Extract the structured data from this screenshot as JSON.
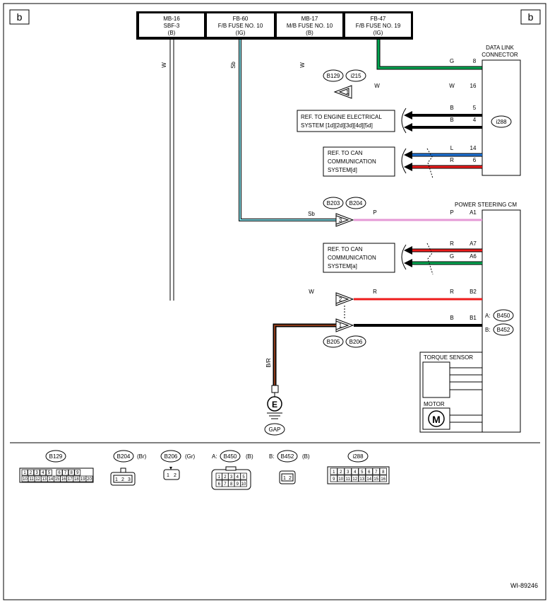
{
  "page_tag": "b",
  "footer_id": "WI-89246",
  "fuses": [
    {
      "line1": "MB-16",
      "line2": "SBF-3",
      "line3": "(B)"
    },
    {
      "line1": "FB-60",
      "line2": "F/B FUSE NO. 10",
      "line3": "(IG)"
    },
    {
      "line1": "MB-17",
      "line2": "M/B FUSE NO. 10",
      "line3": "(B)"
    },
    {
      "line1": "FB-47",
      "line2": "F/B FUSE NO. 19",
      "line3": "(IG)"
    }
  ],
  "wire_colors": {
    "W": "W",
    "Sb": "Sb",
    "G": "G",
    "B": "B",
    "L": "L",
    "R": "R",
    "P": "P",
    "BR": "B/R"
  },
  "dlc": {
    "title1": "DATA LINK",
    "title2": "CONNECTOR",
    "connector": "i288",
    "pins": [
      "8",
      "16",
      "5",
      "4",
      "14",
      "6"
    ]
  },
  "b129_i215": {
    "c1": "B129",
    "c2": "i215",
    "pin": "1"
  },
  "refs": {
    "engine1": "REF. TO ENGINE ELECTRICAL",
    "engine2": "SYSTEM [1d][2d][3d][4d][5d]",
    "can_d1": "REF. TO CAN",
    "can_d2": "COMMUNICATION",
    "can_d3": "SYSTEM[d]",
    "can_a1": "REF. TO CAN",
    "can_a2": "COMMUNICATION",
    "can_a3": "SYSTEM[a]"
  },
  "pscm": {
    "title": "POWER STEERING CM",
    "pins": [
      "A1",
      "A7",
      "A6",
      "B2",
      "B1"
    ],
    "conn_a_prefix": "A:",
    "conn_a": "B450",
    "conn_b_prefix": "B:",
    "conn_b": "B452",
    "torque": "TORQUE SENSOR",
    "motor": "MOTOR",
    "motor_symbol": "M"
  },
  "joint_connectors": {
    "top1": "B203",
    "top2": "B204",
    "bot1": "B205",
    "bot2": "B206",
    "pin3": "3",
    "pin2": "2",
    "pin1": "1"
  },
  "ground": {
    "symbol": "E",
    "label": "GAP"
  },
  "legend": [
    {
      "prefix": "",
      "name": "B129",
      "color": ""
    },
    {
      "prefix": "",
      "name": "B204",
      "color": "(Br)"
    },
    {
      "prefix": "",
      "name": "B206",
      "color": "(Gr)"
    },
    {
      "prefix": "A:",
      "name": "B450",
      "color": "(B)"
    },
    {
      "prefix": "B:",
      "name": "B452",
      "color": "(B)"
    },
    {
      "prefix": "",
      "name": "i288",
      "color": ""
    }
  ],
  "colors": {
    "green": "#00a651",
    "cyan": "#7fd6e0",
    "blue": "#1e73d8",
    "red": "#ee1c1c",
    "pink": "#e59ad6",
    "brown": "#8b3a1a"
  }
}
